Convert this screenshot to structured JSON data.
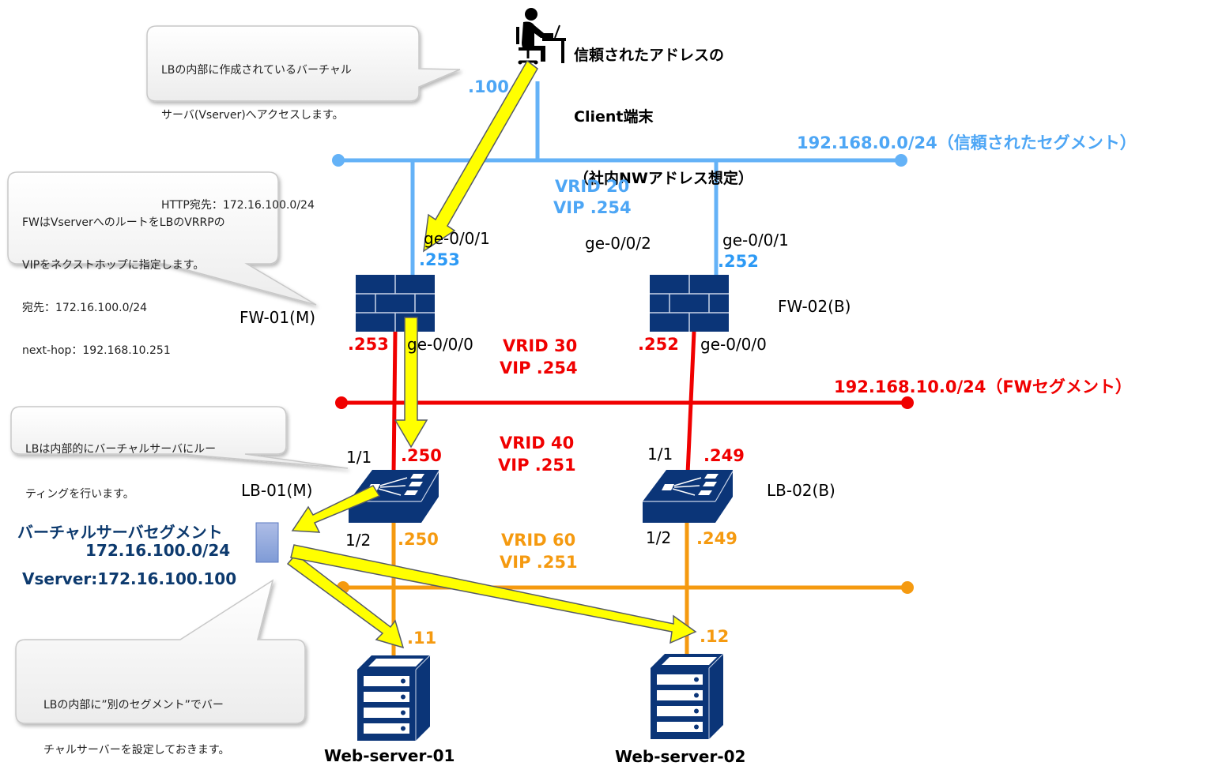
{
  "client": {
    "title_lines": [
      "信頼されたアドレスの",
      "Client端末",
      "（社内NWアドレス想定）"
    ],
    "ip": ".100"
  },
  "segments": {
    "trusted": {
      "label": "192.168.0.0/24（信頼されたセグメント）",
      "color": "#64b2f7"
    },
    "fw": {
      "label": "192.168.10.0/24（FWセグメント）",
      "color": "#f00000"
    },
    "server": {
      "color": "#f59a10"
    }
  },
  "vrrp": {
    "vrid20": {
      "id": "VRID 20",
      "vip": "VIP .254"
    },
    "vrid30": {
      "id": "VRID 30",
      "vip": "VIP .254"
    },
    "vrid40": {
      "id": "VRID 40",
      "vip": "VIP .251"
    },
    "vrid60": {
      "id": "VRID 60",
      "vip": "VIP .251"
    }
  },
  "fw01": {
    "name": "FW-01(M)",
    "up_port": "ge-0/0/1",
    "up_ip": ".253",
    "down_port": "ge-0/0/0",
    "down_ip": ".253"
  },
  "fw02": {
    "name": "FW-02(B)",
    "up_port": "ge-0/0/1",
    "up_ip": ".252",
    "down_port": "ge-0/0/0",
    "down_ip": ".252"
  },
  "fw_sync_port": "ge-0/0/2",
  "lb01": {
    "name": "LB-01(M)",
    "up_port": "1/1",
    "up_ip": ".250",
    "down_port": "1/2",
    "down_ip": ".250"
  },
  "lb02": {
    "name": "LB-02(B)",
    "up_port": "1/1",
    "up_ip": ".249",
    "down_port": "1/2",
    "down_ip": ".249"
  },
  "virtual_segment": {
    "title": "バーチャルサーバセグメント",
    "subnet": "172.16.100.0/24",
    "vserver": "Vserver:172.16.100.100"
  },
  "servers": [
    {
      "name": "Web-server-01",
      "ip": ".11"
    },
    {
      "name": "Web-server-02",
      "ip": ".12"
    }
  ],
  "callouts": {
    "client": [
      "LBの内部に作成されているバーチャル",
      "サーバ(Vserver)へアクセスします。",
      "",
      "HTTP宛先：172.16.100.0/24"
    ],
    "fw": [
      "FWはVserverへのルートをLBのVRRPの",
      "VIPをネクストホップに指定します。",
      "宛先：172.16.100.0/24",
      "next-hop：192.168.10.251"
    ],
    "lb": [
      "LBは内部的にバーチャルサーバにルー",
      "ティングを行います。"
    ],
    "vserver": [
      "LBの内部に”別のセグメント”でバー",
      "チャルサーバーを設定しておきます。"
    ]
  },
  "colors": {
    "device_navy": "#0b3578",
    "arrow_yellow": "#ffff00",
    "vserver_box": "#93aee0"
  }
}
